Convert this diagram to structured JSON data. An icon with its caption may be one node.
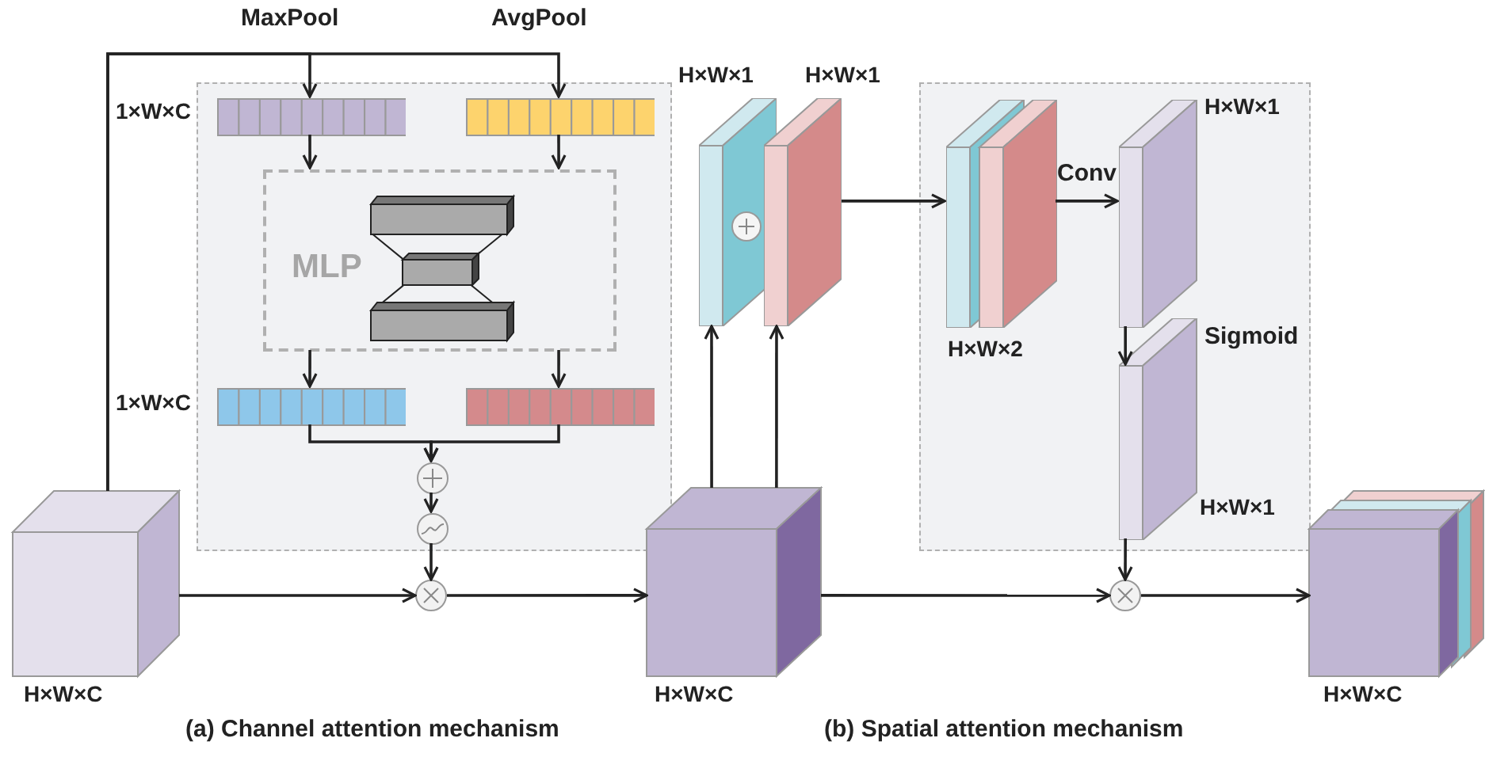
{
  "diagram": {
    "nodes": [
      {
        "text": [],
        "shape": "box"
      },
      {
        "text": [],
        "shape": "cube",
        "beside": [
          "H×W×C"
        ]
      },
      {
        "text": [],
        "shape": "bar",
        "in": 0,
        "beside": [
          "1×W×C"
        ]
      },
      {
        "text": [],
        "shape": "bar",
        "in": 0
      },
      {
        "text": [
          "MLP"
        ],
        "in": 0
      },
      {
        "text": [],
        "shape": "bar",
        "in": 0,
        "beside": [
          "1×W×C"
        ]
      },
      {
        "text": [],
        "shape": "bar",
        "in": 0
      },
      {
        "text": [],
        "shape": "circle",
        "in": 0
      },
      {
        "text": [],
        "shape": "circle",
        "in": 0
      },
      {
        "text": [],
        "shape": "circle"
      },
      {
        "text": [],
        "shape": "cube",
        "beside": [
          "H×W×C"
        ]
      },
      {
        "text": [],
        "shape": "box",
        "beside": [
          "H×W×1"
        ]
      },
      {
        "text": [],
        "shape": "box",
        "beside": [
          "H×W×1"
        ]
      },
      {
        "text": [],
        "shape": "box"
      },
      {
        "text": [],
        "shape": "box",
        "in": 13,
        "beside": [
          "H×W×2"
        ]
      },
      {
        "text": [],
        "shape": "box",
        "in": 13,
        "beside": [
          "H×W×1"
        ]
      },
      {
        "text": [],
        "shape": "box",
        "in": 13,
        "beside": [
          "H×W×1"
        ]
      },
      {
        "text": [],
        "shape": "circle"
      },
      {
        "text": [],
        "shape": "cube",
        "beside": [
          "H×W×C"
        ]
      }
    ],
    "edges": [
      {
        "from": 1,
        "to": 2,
        "arrow": "to",
        "label": "MaxPool"
      },
      {
        "from": 1,
        "to": 3,
        "arrow": "to",
        "label": "AvgPool"
      },
      {
        "from": 2,
        "to": 4,
        "arrow": "to"
      },
      {
        "from": 3,
        "to": 4,
        "arrow": "to"
      },
      {
        "from": 4,
        "to": 5,
        "arrow": "to"
      },
      {
        "from": 4,
        "to": 6,
        "arrow": "to"
      },
      {
        "from": 5,
        "to": 7,
        "arrow": "to"
      },
      {
        "from": 6,
        "to": 7,
        "arrow": "to"
      },
      {
        "from": 7,
        "to": 8,
        "arrow": "to"
      },
      {
        "from": 8,
        "to": 9,
        "arrow": "to"
      },
      {
        "from": 1,
        "to": 9,
        "arrow": "to"
      },
      {
        "from": 9,
        "to": 10,
        "arrow": "to"
      },
      {
        "from": 10,
        "to": 11,
        "arrow": "to"
      },
      {
        "from": 10,
        "to": 12,
        "arrow": "to"
      },
      {
        "from": 12,
        "to": 14,
        "arrow": "to"
      },
      {
        "from": 14,
        "to": 15,
        "arrow": "to",
        "label": "Conv"
      },
      {
        "from": 15,
        "to": 16,
        "arrow": "to",
        "label": "Sigmoid"
      },
      {
        "from": 16,
        "to": 17,
        "arrow": "to"
      },
      {
        "from": 10,
        "to": 17,
        "arrow": "to"
      },
      {
        "from": 17,
        "to": 18,
        "arrow": "to"
      }
    ],
    "labels": [
      "(a) Channel attention mechanism",
      "(b) Spatial attention mechanism"
    ]
  }
}
